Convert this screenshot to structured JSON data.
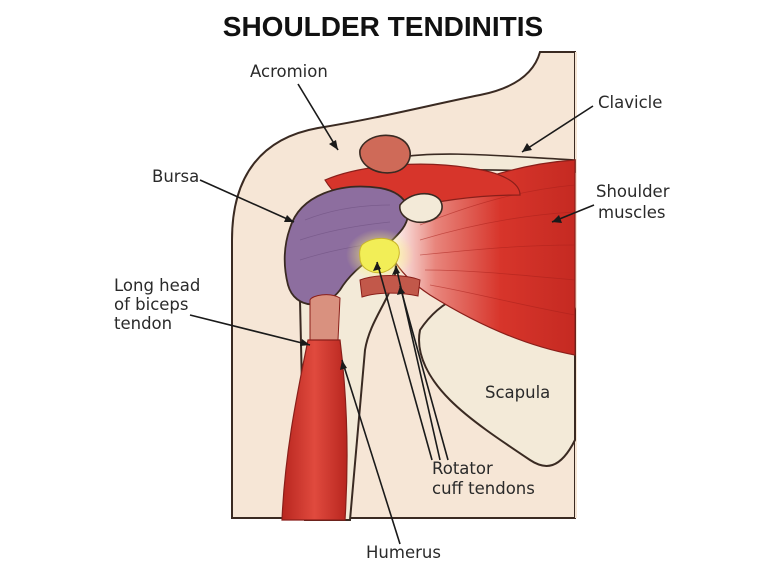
{
  "title": "SHOULDER TENDINITIS",
  "labels": {
    "acromion": "Acromion",
    "clavicle": "Clavicle",
    "bursa": "Bursa",
    "shoulder_muscles_1": "Shoulder",
    "shoulder_muscles_2": "muscles",
    "biceps_1": "Long head",
    "biceps_2": "of biceps",
    "biceps_3": "tendon",
    "scapula": "Scapula",
    "rotator_1": "Rotator",
    "rotator_2": "cuff tendons",
    "humerus": "Humerus"
  },
  "colors": {
    "skin": "#f6e6d6",
    "bone": "#f3ead8",
    "muscle": "#d7352b",
    "muscle_dark": "#a8201b",
    "bursa": "#8d6e9f",
    "tendon_inflamed": "#f2ee57",
    "outline": "#3a2a22"
  }
}
